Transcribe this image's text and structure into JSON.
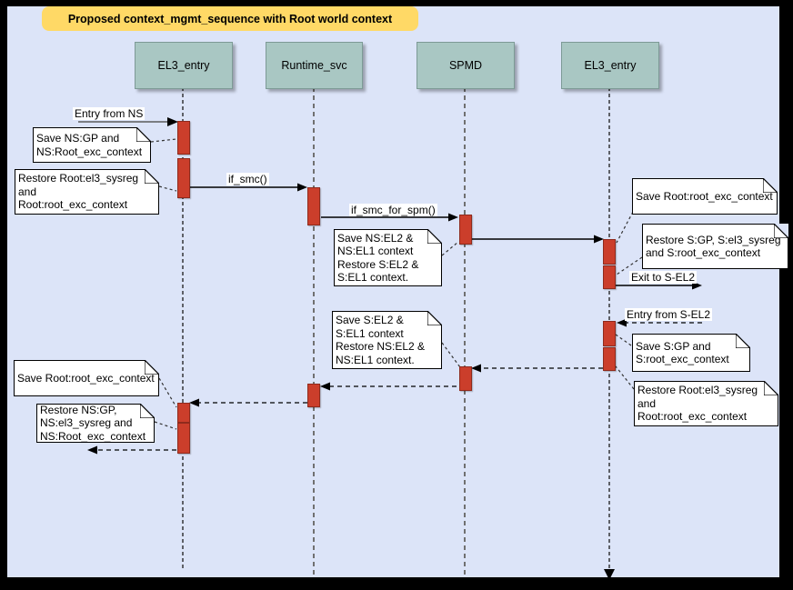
{
  "title": "Proposed context_mgmt_sequence with Root world context",
  "actors": [
    {
      "label": "EL3_entry"
    },
    {
      "label": "Runtime_svc"
    },
    {
      "label": "SPMD"
    },
    {
      "label": "EL3_entry"
    }
  ],
  "labels": {
    "entry_from_ns": "Entry from NS",
    "if_smc": "if_smc()",
    "if_smc_for_spm": "if_smc_for_spm()",
    "exit_to_sel2": "Exit to S-EL2",
    "entry_from_sel2": "Entry from S-EL2"
  },
  "notes": {
    "save_ns_gp": "Save NS:GP and\nNS:Root_exc_context",
    "restore_root_el3_left": "Restore Root:el3_sysreg\nand\nRoot:root_exc_context",
    "save_ns_el2": "Save NS:EL2 &\nNS:EL1 context\nRestore S:EL2 &\nS:EL1 context.",
    "save_root_exc_top": "Save Root:root_exc_context",
    "restore_s_gp": "Restore S:GP, S:el3_sysreg\nand S:root_exc_context",
    "save_s_gp": "Save S:GP and\nS:root_exc_context",
    "restore_root_el3_right": "Restore Root:el3_sysreg\nand\nRoot:root_exc_context",
    "save_s_el2": "Save S:EL2 &\nS:EL1 context\nRestore NS:EL2 &\nNS:EL1 context.",
    "save_root_exc_bottom": "Save Root:root_exc_context",
    "restore_ns_gp": "Restore NS:GP,\nNS:el3_sysreg and\nNS:Root_exc_context"
  },
  "colors": {
    "canvas_bg": "#DCE4F8",
    "frame": "#000000",
    "title_bg": "#FFD966",
    "actor_bg": "#A9C7C3",
    "activation_fill": "#CB3E2B",
    "activation_border": "#8F2A1C",
    "note_bg": "#FFFFFF"
  }
}
